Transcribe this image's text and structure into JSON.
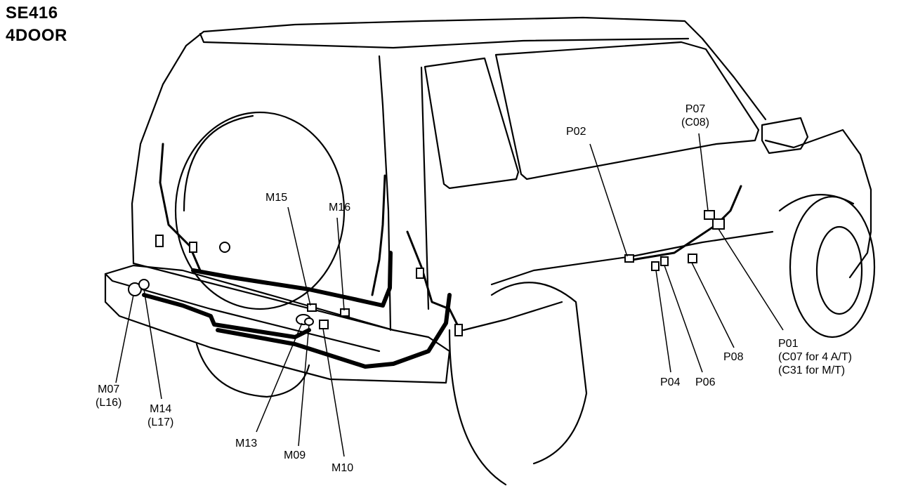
{
  "header": {
    "model": "SE416",
    "body": "4DOOR"
  },
  "connectors": {
    "m15": {
      "id": "M15"
    },
    "m16": {
      "id": "M16"
    },
    "m07": {
      "id": "M07",
      "alt": "(L16)"
    },
    "m14": {
      "id": "M14",
      "alt": "(L17)"
    },
    "m13": {
      "id": "M13"
    },
    "m09": {
      "id": "M09"
    },
    "m10": {
      "id": "M10"
    },
    "p02": {
      "id": "P02"
    },
    "p07": {
      "id": "P07",
      "alt": "(C08)"
    },
    "p04": {
      "id": "P04"
    },
    "p06": {
      "id": "P06"
    },
    "p08": {
      "id": "P08"
    },
    "p01": {
      "id": "P01",
      "alt1": "(C07 for 4 A/T)",
      "alt2": "(C31 for M/T)"
    }
  }
}
